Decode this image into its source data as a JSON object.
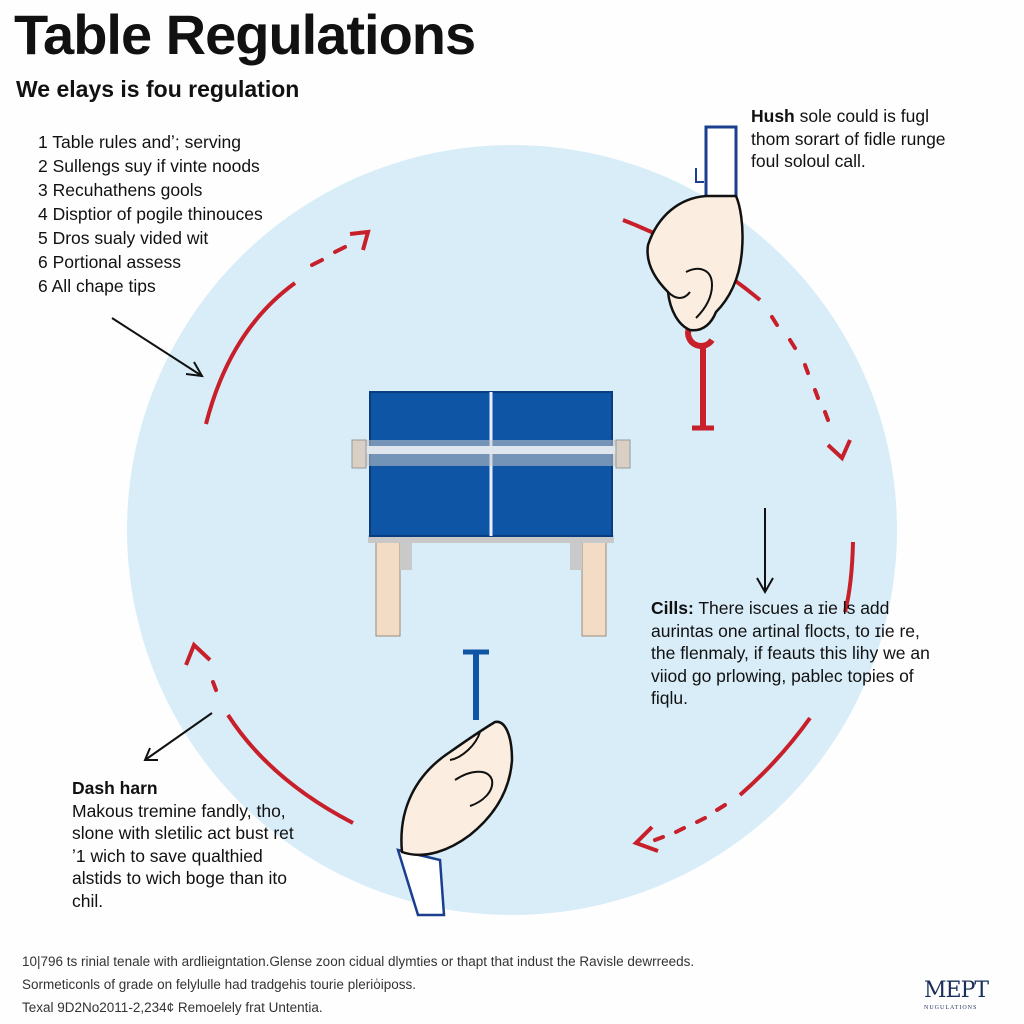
{
  "title": "Table Regulations",
  "subtitle": "We elays is fou regulation",
  "rules": [
    "1 Table rules andʼ; serving",
    "2 Sullengs suy if vinte noods",
    "3 Recuhathens gools",
    "4 Disptior of pogile thinouces",
    "5 Dros sualy vided wit",
    "6 Portional assess",
    "6 All chape tips"
  ],
  "notes": {
    "top_right": {
      "heading": "Hush",
      "text": "sole could is fugl thom sorart of fidle runge foul soloul call."
    },
    "right": {
      "heading": "Cills:",
      "text": "There iscues a ɪie ls add aurintas one artinal flocts, to ɪie re, the flenmaly, if feauts this lihy we an viiod go prlowing, pablec topies of fiqlu."
    },
    "bottom_left": {
      "heading": "Dash harn",
      "text": "Makous tremine fandly, tho, slone with sletilic act bust ret ʼ1 wich to save qualthied alstids to wich boge than ito chil."
    }
  },
  "footer": {
    "line1": "10|796 ts rinial tenale with ardlieigntation.Glense zoon cidual dlymties or thapt that indust the Ravisle dewrreeds.",
    "line2": "Sormeticonls of ɡrade on felylulle had tradgehis tourie plerio̍iposs.",
    "line3": "Texal 9D2No2011-2,234¢ Remoelely frat Untentia."
  },
  "logo": {
    "text": "MEPT",
    "sub": "NUGULATIONS"
  },
  "colors": {
    "circle_fill": "#d8edf8",
    "arrow_red": "#c8202a",
    "table_blue": "#0f55a5",
    "table_leg": "#f2dcc6",
    "paddle_blue": "#0f55a5",
    "paddle_red": "#c8202a",
    "hand_skin": "#fbeee0",
    "logo_color": "#1b2f5a"
  },
  "icons": [
    "ping-pong-table-icon",
    "hand-holding-red-paddle-icon",
    "hand-holding-blue-paddle-icon",
    "circular-arrow-icon",
    "pointer-arrow-icon"
  ]
}
